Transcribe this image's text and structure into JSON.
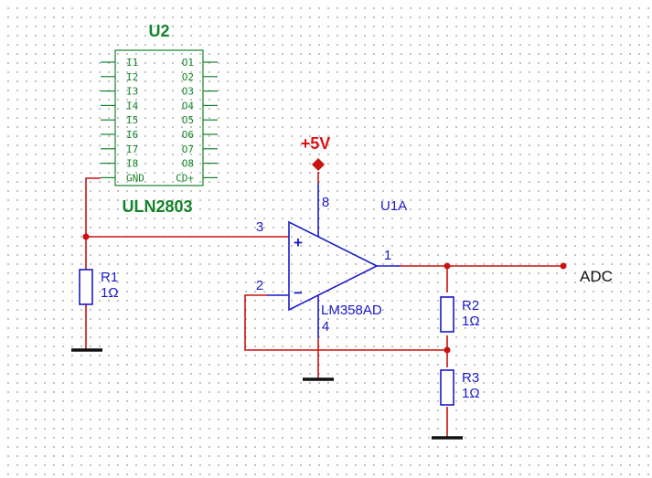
{
  "colors": {
    "wire": "#cc1111",
    "component": "#1a1acc",
    "ic_outline": "#14832a",
    "power_label": "#e01010",
    "ground": "#111111",
    "grid_dot": "#9a9a9a"
  },
  "u2": {
    "ref": "U2",
    "part": "ULN2803",
    "left_pins": [
      "I1",
      "I2",
      "I3",
      "I4",
      "I5",
      "I6",
      "I7",
      "I8",
      "GND"
    ],
    "right_pins": [
      "O1",
      "O2",
      "O3",
      "O4",
      "O5",
      "O6",
      "O7",
      "O8",
      "CD+"
    ]
  },
  "u1a": {
    "ref": "U1A",
    "part": "LM358AD",
    "noninv_symbol": "+",
    "inv_symbol": "−",
    "pins": {
      "noninv": "3",
      "inv": "2",
      "out": "1",
      "vcc": "8",
      "gnd": "4"
    }
  },
  "power": {
    "label": "+5V"
  },
  "resistors": {
    "r1": {
      "ref": "R1",
      "value": "1Ω"
    },
    "r2": {
      "ref": "R2",
      "value": "1Ω"
    },
    "r3": {
      "ref": "R3",
      "value": "1Ω"
    }
  },
  "output": {
    "label": "ADC"
  },
  "icons": {
    "power_flag": "diamond-power-icon",
    "ground": "ground-icon",
    "junction": "junction-dot-icon"
  }
}
